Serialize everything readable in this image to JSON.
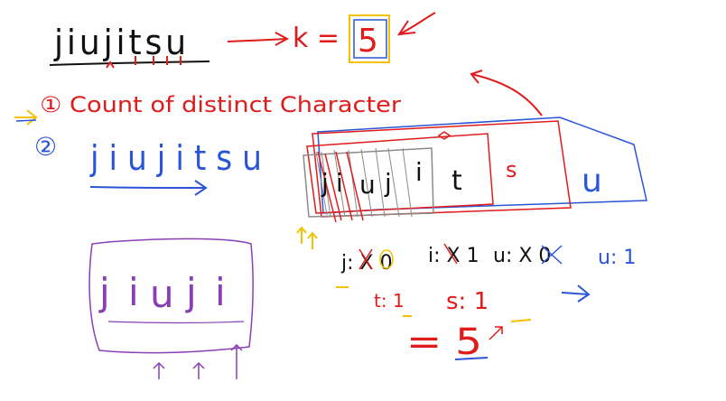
{
  "canvas": {
    "background": "#ffffff",
    "ink_colors": {
      "black": "#111111",
      "red": "#e01b1b",
      "blue": "#2a55d6",
      "purple": "#8a3fb5",
      "yellow": "#f2c200",
      "gray": "#8a8a8a"
    }
  },
  "notes": {
    "word_title": "jiujitsu",
    "k_equals": "k =",
    "k_value": "5",
    "step_1": "① Count of distinct Character",
    "step_2": "②",
    "word_spaced": "j i u j i t s u",
    "window_letters": [
      "j",
      "i",
      "u",
      "j",
      "i",
      "t"
    ],
    "window_s": "s",
    "window_u": "u",
    "purple_box_letters": [
      "j",
      "i",
      "u",
      "j",
      "i"
    ],
    "counts": {
      "j": "j: X 0",
      "i": "i: X 1",
      "u_first": "u: X 0",
      "u_second": "u: 1",
      "t": "t: 1",
      "s": "s: 1"
    },
    "result": "= 5"
  }
}
